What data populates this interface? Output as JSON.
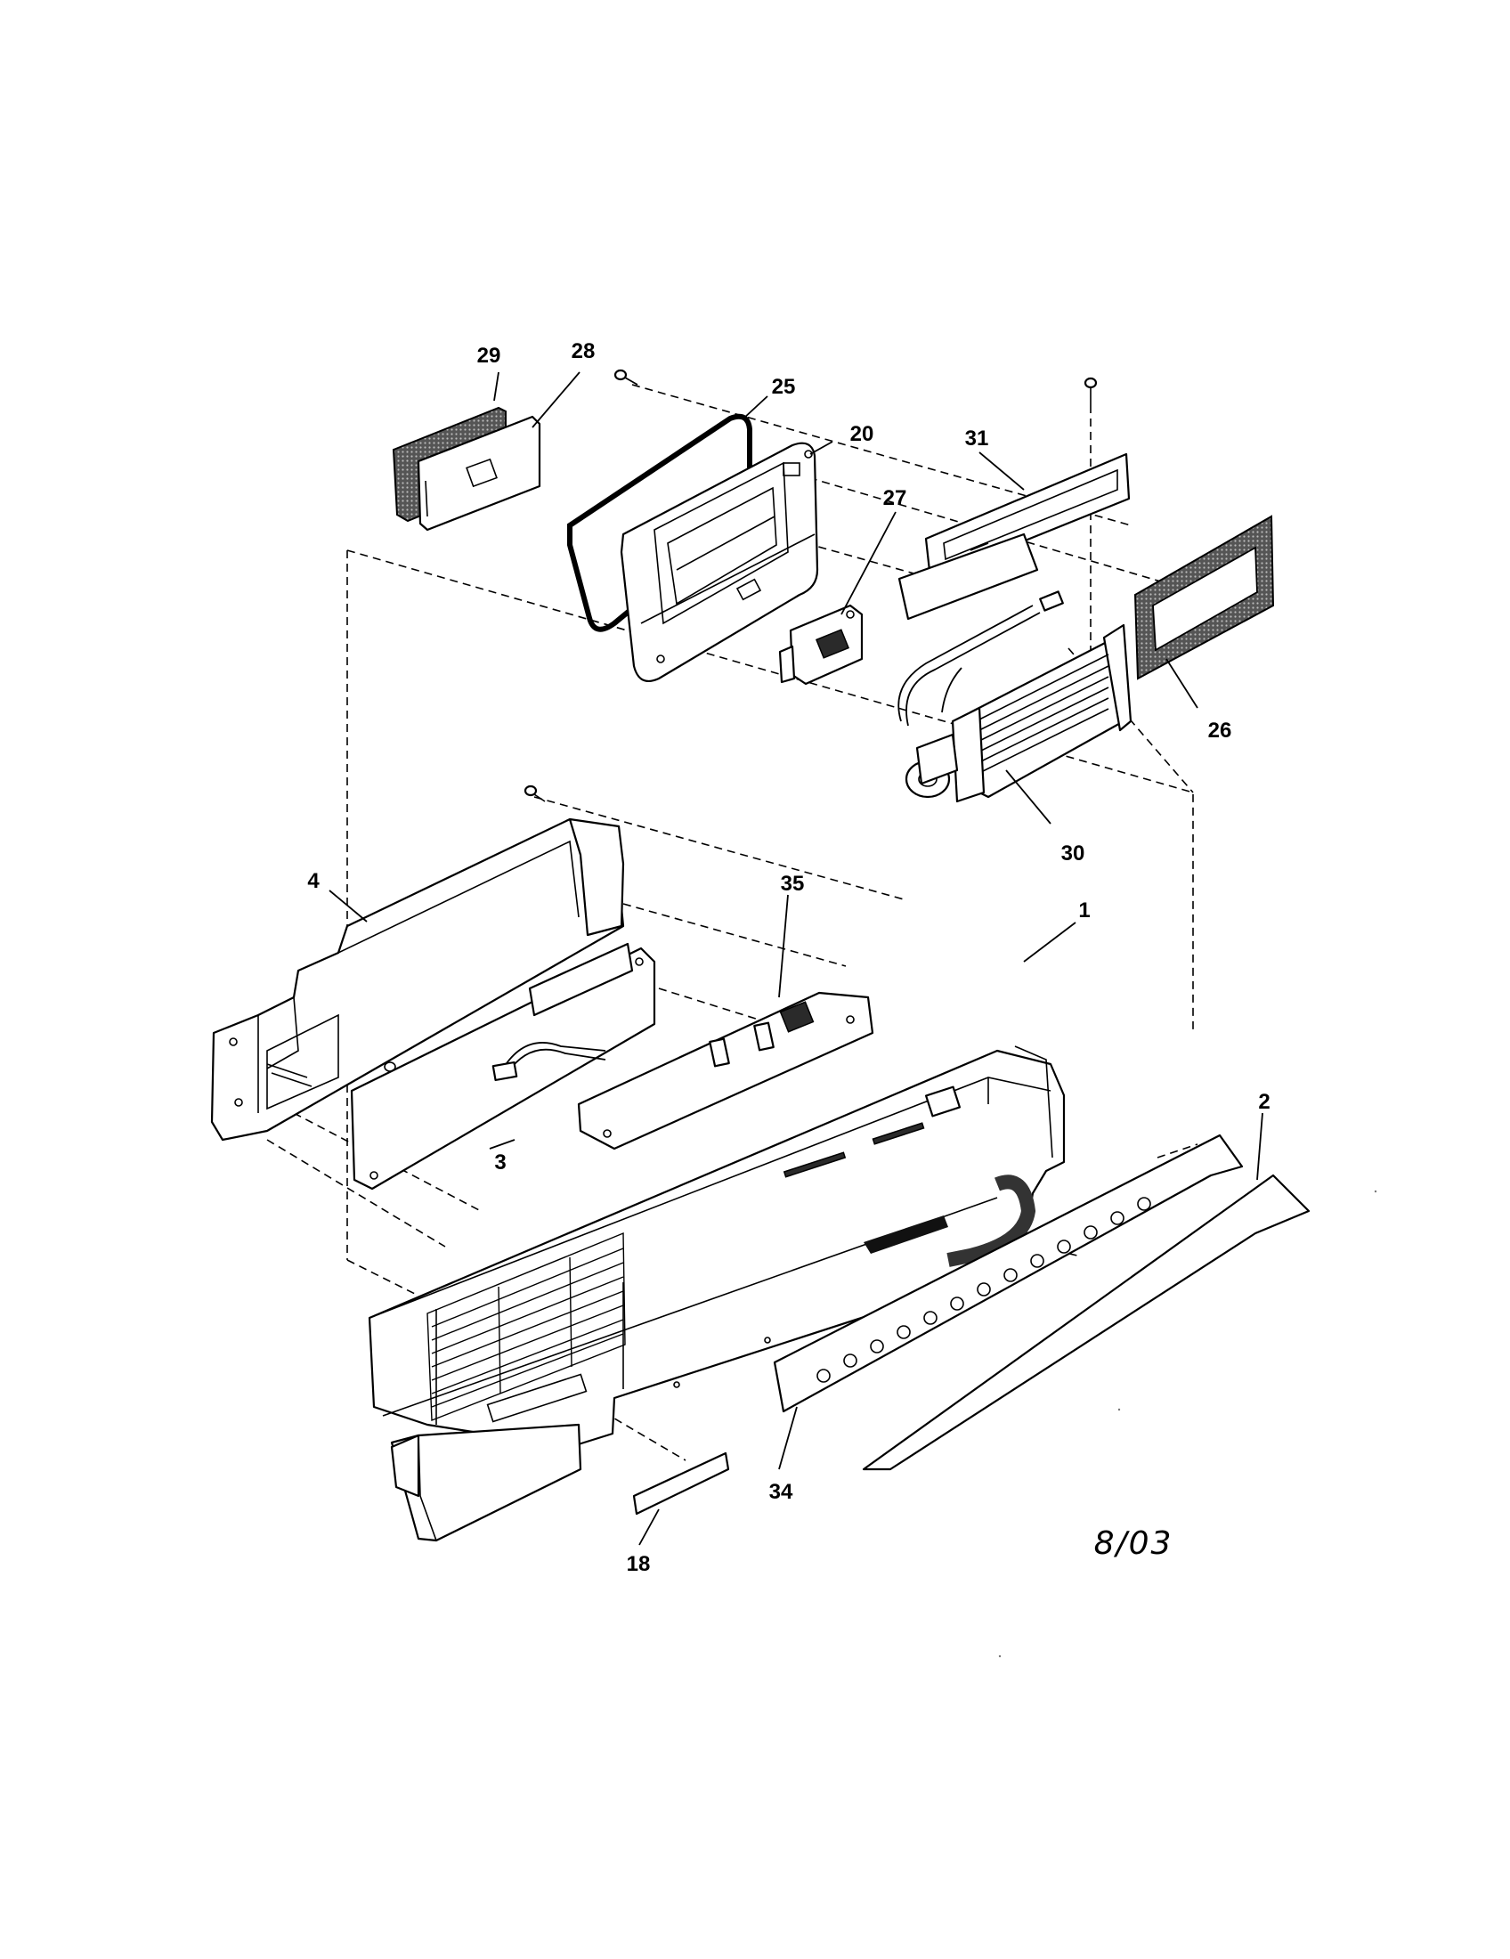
{
  "diagram": {
    "part_labels": {
      "p1": "1",
      "p2": "2",
      "p3": "3",
      "p4": "4",
      "p18": "18",
      "p20": "20",
      "p25": "25",
      "p26": "26",
      "p27": "27",
      "p28": "28",
      "p29": "29",
      "p30": "30",
      "p31": "31",
      "p34": "34",
      "p35": "35"
    },
    "date_stamp": "8/03"
  }
}
